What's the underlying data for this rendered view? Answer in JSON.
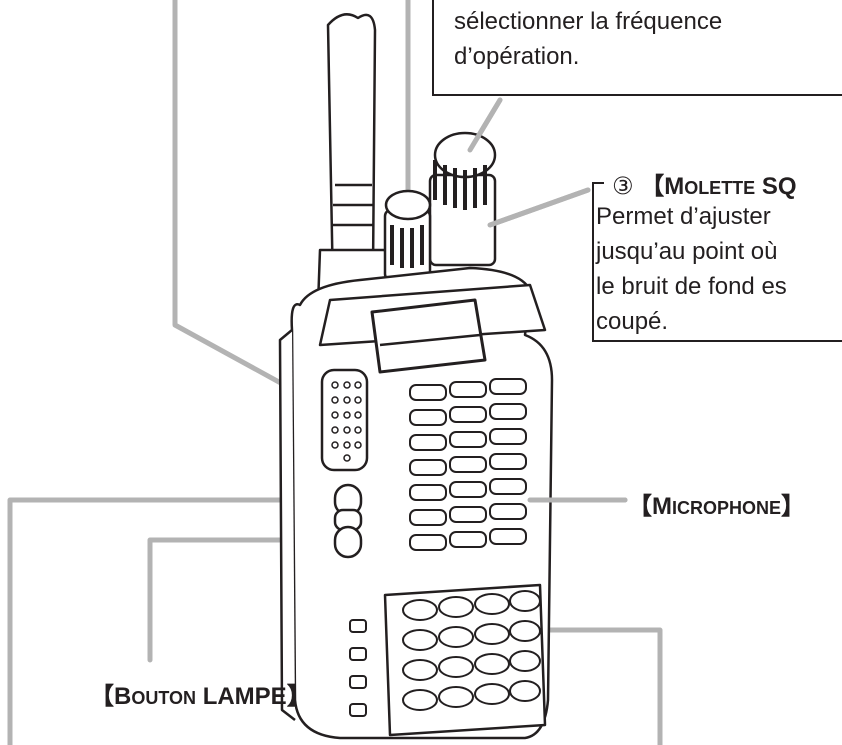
{
  "colors": {
    "ink": "#231f20",
    "leader": "#b3b3b3",
    "body_fill": "#ffffff"
  },
  "callouts": {
    "frequency": {
      "lines": [
        "sélectionner la fréquence",
        "d’opération."
      ]
    },
    "squelch": {
      "number": "③",
      "open_bracket": "【",
      "title_initial": "M",
      "title_rest": "OLETTE",
      "title_suffix": "SQ",
      "lines": [
        "Permet d’ajuster",
        "jusqu’au point où",
        "le bruit de fond es",
        "coupé."
      ]
    }
  },
  "labels": {
    "microphone": {
      "open": "【",
      "initial": "M",
      "rest": "ICROPHONE",
      "close": "】"
    },
    "lamp_button": {
      "open": "【",
      "initial": "B",
      "rest": "OUTON",
      "word": "LAMPE",
      "close": "】"
    }
  }
}
